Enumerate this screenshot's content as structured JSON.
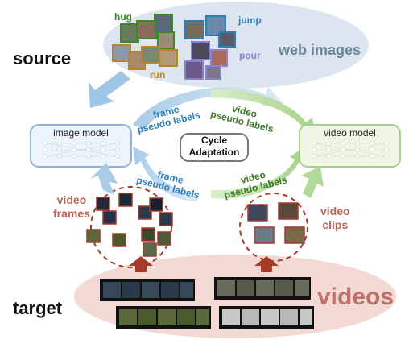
{
  "labels": {
    "source": "source",
    "target": "target",
    "web_images": "web images",
    "videos": "videos",
    "image_model": "image model",
    "video_model": "video model",
    "cycle_line1": "Cycle",
    "cycle_line2": "Adaptation",
    "frame_pl_top": [
      "frame",
      "pseudo labels"
    ],
    "video_pl_top": [
      "video",
      "pseudo labels"
    ],
    "frame_pl_bottom": [
      "frame",
      "pseudo labels"
    ],
    "video_pl_bottom": [
      "video",
      "pseudo labels"
    ],
    "video_frames": [
      "video",
      "frames"
    ],
    "video_clips": [
      "video",
      "clips"
    ],
    "action_hug": "hug",
    "action_jump": "jump",
    "action_pour": "pour",
    "action_run": "run"
  },
  "colors": {
    "hug": "#3a8a2a",
    "jump": "#2e7fb8",
    "pour": "#8b7fd0",
    "run": "#b8862a",
    "image_model_fill": "#eef4fb",
    "image_model_border": "#8fb3d9",
    "video_model_fill": "#eef6e6",
    "video_model_border": "#a9cf8c",
    "videos_text": "#c0706a",
    "target_ellipse": "#f3d9d3",
    "source_ellipse": "#dde6f0",
    "blue_arrow": "#8fbadf",
    "green_arrow": "#a9d48c",
    "dark_red_arrow": "#a33a2a"
  },
  "icons": [
    "neural-network-icon",
    "film-strip-icon",
    "image-thumbnail-icon"
  ]
}
